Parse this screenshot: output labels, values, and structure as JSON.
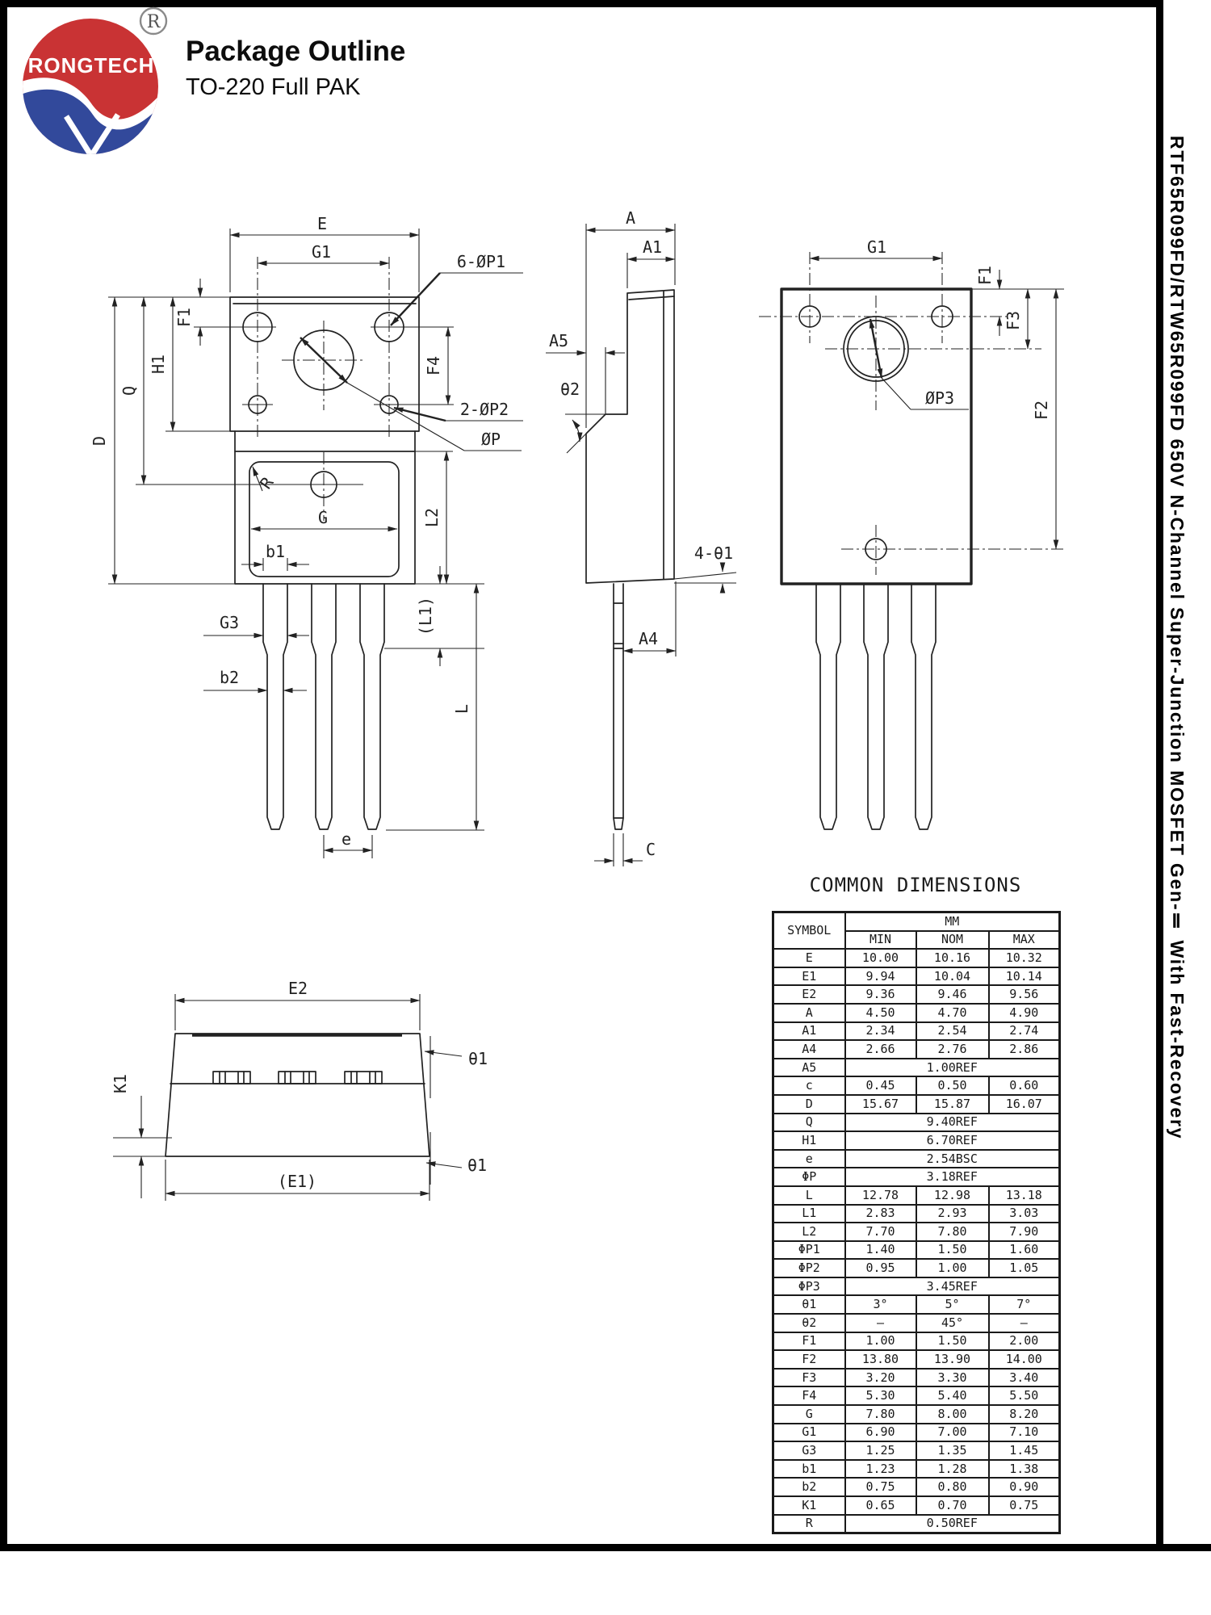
{
  "header": {
    "logo_text": "RONGTECH",
    "registered": "R",
    "title": "Package Outline",
    "subtitle": "TO-220 Full PAK"
  },
  "sidebar": {
    "text": "RTF65R099FD/RTW65R099FD 650V N-Channel Super-Junction MOSFET Gen-Ⅱ With Fast-Recovery"
  },
  "drawing": {
    "front": {
      "e": "E",
      "g1": "G1",
      "p1": "6-ØP1",
      "f1": "F1",
      "h1": "H1",
      "q": "Q",
      "d": "D",
      "f4": "F4",
      "p2": "2-ØP2",
      "p": "ØP",
      "r": "R",
      "g": "G",
      "l2": "L2",
      "b1": "b1",
      "l1": "(L1)",
      "g3": "G3",
      "b2": "b2",
      "e_pitch": "e",
      "l": "L"
    },
    "side": {
      "a": "A",
      "a1": "A1",
      "a5": "A5",
      "theta2": "θ2",
      "four_theta1": "4-θ1",
      "a4": "A4",
      "c": "C"
    },
    "back": {
      "g1": "G1",
      "p3": "ØP3",
      "f1": "F1",
      "f3": "F3",
      "f2": "F2"
    },
    "bottom": {
      "e2": "E2",
      "theta1_top": "θ1",
      "k1": "K1",
      "e1": "(E1)",
      "theta1_bottom": "θ1"
    }
  },
  "table": {
    "title": "COMMON DIMENSIONS",
    "symbol_header": "SYMBOL",
    "unit_header": "MM",
    "columns": [
      "MIN",
      "NOM",
      "MAX"
    ],
    "rows": [
      {
        "symbol": "E",
        "min": "10.00",
        "nom": "10.16",
        "max": "10.32"
      },
      {
        "symbol": "E1",
        "min": "9.94",
        "nom": "10.04",
        "max": "10.14"
      },
      {
        "symbol": "E2",
        "min": "9.36",
        "nom": "9.46",
        "max": "9.56"
      },
      {
        "symbol": "A",
        "min": "4.50",
        "nom": "4.70",
        "max": "4.90"
      },
      {
        "symbol": "A1",
        "min": "2.34",
        "nom": "2.54",
        "max": "2.74"
      },
      {
        "symbol": "A4",
        "min": "2.66",
        "nom": "2.76",
        "max": "2.86"
      },
      {
        "symbol": "A5",
        "span": "1.00REF"
      },
      {
        "symbol": "c",
        "min": "0.45",
        "nom": "0.50",
        "max": "0.60"
      },
      {
        "symbol": "D",
        "min": "15.67",
        "nom": "15.87",
        "max": "16.07"
      },
      {
        "symbol": "Q",
        "span": "9.40REF"
      },
      {
        "symbol": "H1",
        "span": "6.70REF"
      },
      {
        "symbol": "e",
        "span": "2.54BSC"
      },
      {
        "symbol": "ΦP",
        "span": "3.18REF"
      },
      {
        "symbol": "L",
        "min": "12.78",
        "nom": "12.98",
        "max": "13.18"
      },
      {
        "symbol": "L1",
        "min": "2.83",
        "nom": "2.93",
        "max": "3.03"
      },
      {
        "symbol": "L2",
        "min": "7.70",
        "nom": "7.80",
        "max": "7.90"
      },
      {
        "symbol": "ΦP1",
        "min": "1.40",
        "nom": "1.50",
        "max": "1.60"
      },
      {
        "symbol": "ΦP2",
        "min": "0.95",
        "nom": "1.00",
        "max": "1.05"
      },
      {
        "symbol": "ΦP3",
        "span": "3.45REF"
      },
      {
        "symbol": "θ1",
        "min": "3°",
        "nom": "5°",
        "max": "7°"
      },
      {
        "symbol": "θ2",
        "min": "–",
        "nom": "45°",
        "max": "–"
      },
      {
        "symbol": "F1",
        "min": "1.00",
        "nom": "1.50",
        "max": "2.00"
      },
      {
        "symbol": "F2",
        "min": "13.80",
        "nom": "13.90",
        "max": "14.00"
      },
      {
        "symbol": "F3",
        "min": "3.20",
        "nom": "3.30",
        "max": "3.40"
      },
      {
        "symbol": "F4",
        "min": "5.30",
        "nom": "5.40",
        "max": "5.50"
      },
      {
        "symbol": "G",
        "min": "7.80",
        "nom": "8.00",
        "max": "8.20"
      },
      {
        "symbol": "G1",
        "min": "6.90",
        "nom": "7.00",
        "max": "7.10"
      },
      {
        "symbol": "G3",
        "min": "1.25",
        "nom": "1.35",
        "max": "1.45"
      },
      {
        "symbol": "b1",
        "min": "1.23",
        "nom": "1.28",
        "max": "1.38"
      },
      {
        "symbol": "b2",
        "min": "0.75",
        "nom": "0.80",
        "max": "0.90"
      },
      {
        "symbol": "K1",
        "min": "0.65",
        "nom": "0.70",
        "max": "0.75"
      },
      {
        "symbol": "R",
        "span": "0.50REF"
      }
    ]
  },
  "colors": {
    "logo_red": "#c93334",
    "logo_blue": "#32499b",
    "line": "#222222"
  }
}
